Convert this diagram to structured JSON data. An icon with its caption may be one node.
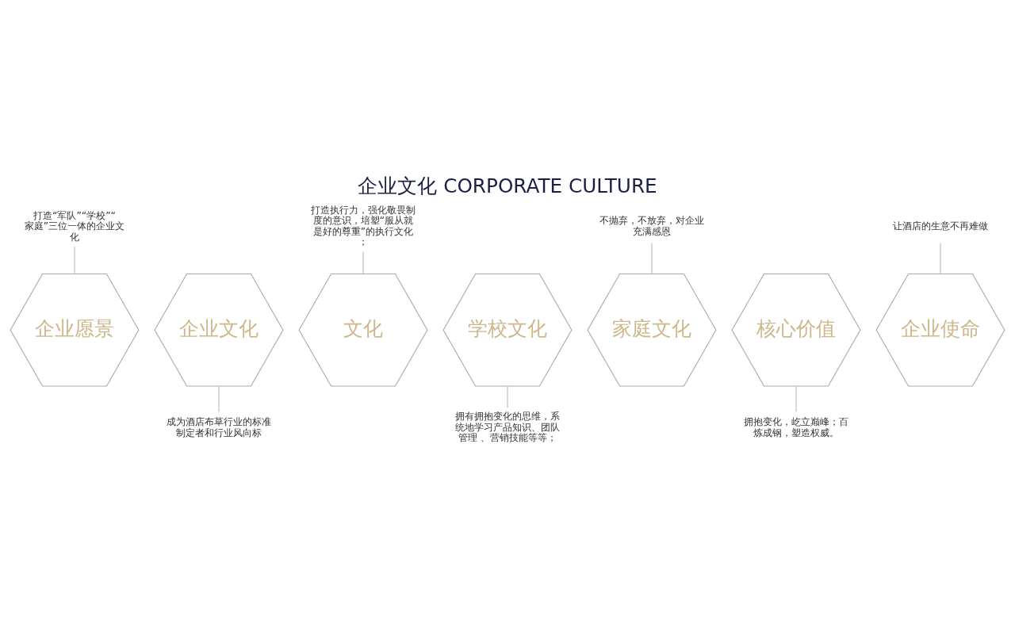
{
  "diagram": {
    "title": "企业文化 CORPORATE CULTURE",
    "nodes": [
      {
        "text": [
          "企业愿景"
        ]
      },
      {
        "text": [
          "打造“军队”“学校”“家庭”三位一体的企业文化"
        ]
      },
      {
        "text": [
          "企业文化"
        ]
      },
      {
        "text": [
          "成为酒店布草行业的标准制定者和行业风向标"
        ]
      },
      {
        "text": [
          "文化"
        ]
      },
      {
        "text": [
          "打造执行力，强化敬畏制度的意识，培塑“服从就是好的尊重”的执行文化；"
        ]
      },
      {
        "text": [
          "学校文化"
        ]
      },
      {
        "text": [
          "拥有拥抱变化的思维，系统地学习产品知识、团队管理 、营销技能等等；"
        ]
      },
      {
        "text": [
          "家庭文化"
        ]
      },
      {
        "text": [
          "不抛弃，不放弃，对企业充满感恩"
        ]
      },
      {
        "text": [
          "核心价值"
        ]
      },
      {
        "text": [
          "拥抱变化，屹立巅峰；百炼成钢，塑造权威。"
        ]
      },
      {
        "text": [
          "企业使命"
        ]
      },
      {
        "text": [
          "让酒店的生意不再难做"
        ]
      }
    ],
    "edges": [
      {
        "from": 1,
        "to": 0,
        "arrow": "none"
      },
      {
        "from": 2,
        "to": 3,
        "arrow": "none"
      },
      {
        "from": 5,
        "to": 4,
        "arrow": "none"
      },
      {
        "from": 6,
        "to": 7,
        "arrow": "none"
      },
      {
        "from": 9,
        "to": 8,
        "arrow": "none"
      },
      {
        "from": 10,
        "to": 11,
        "arrow": "none"
      },
      {
        "from": 13,
        "to": 12,
        "arrow": "none"
      }
    ]
  }
}
